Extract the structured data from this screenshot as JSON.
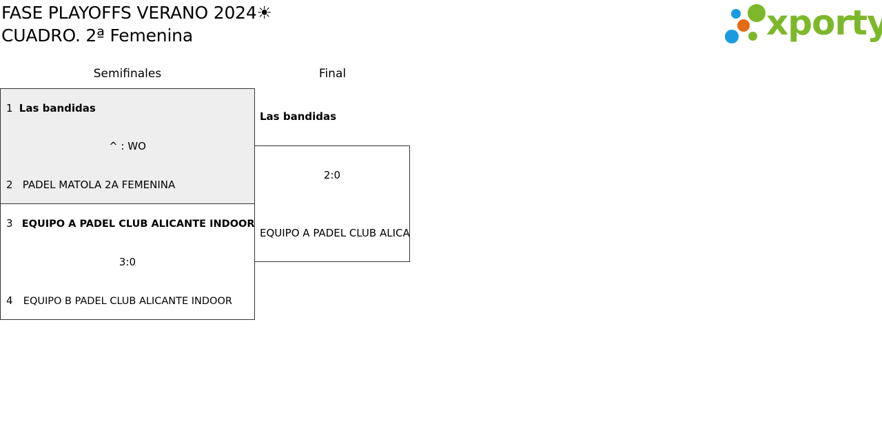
{
  "header": {
    "title_line1": "FASE PLAYOFFS VERANO 2024☀",
    "title_line2": "CUADRO. 2ª Femenina"
  },
  "logo": {
    "text": "xporty",
    "colors": {
      "green": "#7db82a",
      "blue": "#1a9be0",
      "orange": "#e36b12"
    }
  },
  "rounds": {
    "semifinals_label": "Semifinales",
    "final_label": "Final"
  },
  "semifinals": [
    {
      "shaded": true,
      "team1": {
        "seed": "1",
        "name": "Las bandidas",
        "winner": true
      },
      "score": "^ : WO",
      "team2": {
        "seed": "2",
        "name": "PADEL MATOLA 2A FEMENINA",
        "winner": false
      }
    },
    {
      "shaded": false,
      "team1": {
        "seed": "3",
        "name": "EQUIPO A PADEL CLUB ALICANTE INDOOR",
        "winner": true
      },
      "score": "3:0",
      "team2": {
        "seed": "4",
        "name": "EQUIPO B PADEL CLUB ALICANTE INDOOR",
        "winner": false
      }
    }
  ],
  "final": {
    "winner": "Las bandidas",
    "score": "2:0",
    "runner_up": "EQUIPO A PADEL CLUB ALICANTE INDOOR"
  },
  "colors": {
    "shaded_match": "#eeeeee",
    "border": "#333333"
  }
}
